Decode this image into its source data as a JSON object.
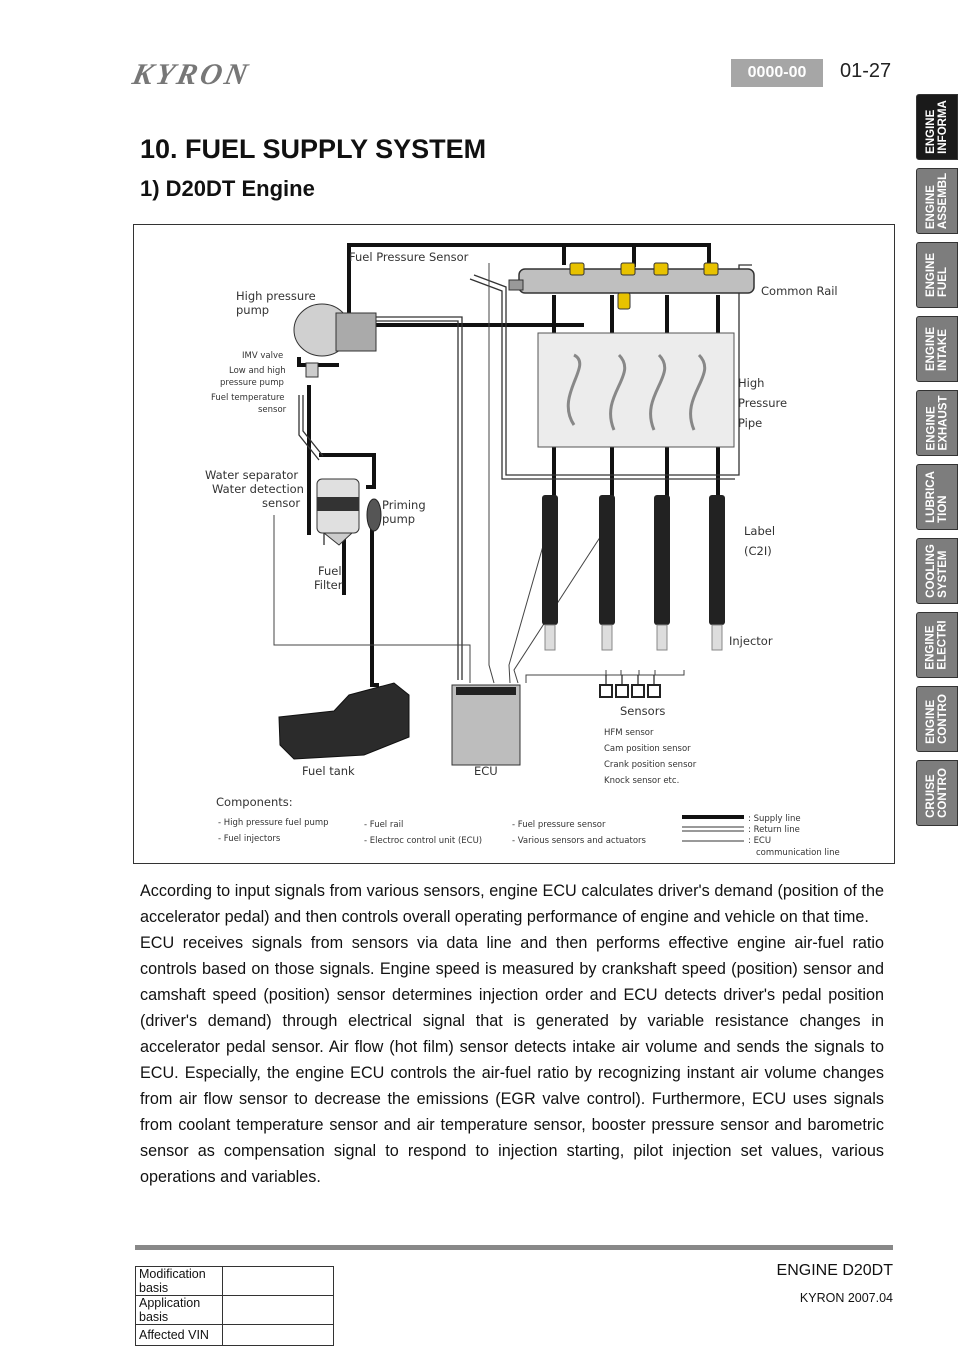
{
  "header": {
    "logo_text": "KYRON",
    "page_code": "0000-00",
    "page_number": "01-27"
  },
  "title": "10. FUEL SUPPLY SYSTEM",
  "subtitle": "1) D20DT Engine",
  "diagram": {
    "labels": {
      "fuel_pressure_sensor": "Fuel Pressure Sensor",
      "high_pressure_pump_1": "High pressure",
      "high_pressure_pump_2": "pump",
      "common_rail": "Common Rail",
      "imv_valve": "IMV valve",
      "low_high_1": "Low and high",
      "low_high_2": "pressure pump",
      "fuel_temp_1": "Fuel temperature",
      "fuel_temp_2": "sensor",
      "hp_pipe_1": "High",
      "hp_pipe_2": "Pressure",
      "hp_pipe_3": "Pipe",
      "water_separator": "Water separator",
      "water_detection_1": "Water detection",
      "water_detection_2": "sensor",
      "priming_1": "Priming",
      "priming_2": "pump",
      "label_1": "Label",
      "label_2": "(C2I)",
      "fuel_filter_1": "Fuel",
      "fuel_filter_2": "Filter",
      "injector": "Injector",
      "sensors": "Sensors",
      "hfm": "HFM sensor",
      "cam": "Cam position sensor",
      "crank": "Crank position sensor",
      "knock": "Knock sensor etc.",
      "fuel_tank": "Fuel tank",
      "ecu": "ECU"
    },
    "components": {
      "heading": "Components:",
      "items": [
        "- High pressure fuel pump",
        "- Fuel injectors",
        "- Fuel rail",
        "- Electroc control unit (ECU)",
        "- Fuel pressure sensor",
        "- Various sensors and actuators"
      ]
    },
    "legend": {
      "supply": ": Supply line",
      "return": ": Return line",
      "ecu_1": ": ECU",
      "ecu_2": "communication line"
    }
  },
  "body": {
    "p1": "According to input signals from various sensors, engine ECU calculates driver's demand (position of the accelerator pedal) and then controls overall operating performance of engine and vehicle on that time.",
    "p2": "ECU receives signals from sensors via data line and then performs effective engine air-fuel ratio controls based on those signals. Engine speed is measured by crankshaft speed (position) sensor and camshaft speed (position) sensor determines injection order and ECU detects driver's pedal position (driver's demand) through electrical signal that is generated by variable resistance changes in accelerator pedal sensor. Air flow (hot film) sensor detects intake air volume and sends the signals to ECU. Especially, the engine ECU controls the air-fuel ratio by recognizing instant air volume changes from air flow sensor to decrease the emissions (EGR valve control). Furthermore, ECU uses signals from coolant temperature sensor and air temperature sensor, booster pressure sensor and barometric sensor as compensation signal to respond to injection starting, pilot injection set values, various operations and variables."
  },
  "side_tabs": [
    {
      "label": "ENGINE\nINFORMA",
      "active": true
    },
    {
      "label": "ENGINE\nASSEMBL",
      "active": false
    },
    {
      "label": "ENGINE\nFUEL",
      "active": false
    },
    {
      "label": "ENGINE\nINTAKE",
      "active": false
    },
    {
      "label": "ENGINE\nEXHAUST",
      "active": false
    },
    {
      "label": "LUBRICA\nTION",
      "active": false
    },
    {
      "label": "COOLING\nSYSTEM",
      "active": false
    },
    {
      "label": "ENGINE\nELECTRI",
      "active": false
    },
    {
      "label": "ENGINE\nCONTRO",
      "active": false
    },
    {
      "label": "CRUISE\nCONTRO",
      "active": false
    }
  ],
  "footer": {
    "engine": "ENGINE D20DT",
    "model": "KYRON 2007.04",
    "rows": [
      {
        "label": "Modification basis",
        "value": ""
      },
      {
        "label": "Application basis",
        "value": ""
      },
      {
        "label": "Affected VIN",
        "value": ""
      }
    ]
  }
}
